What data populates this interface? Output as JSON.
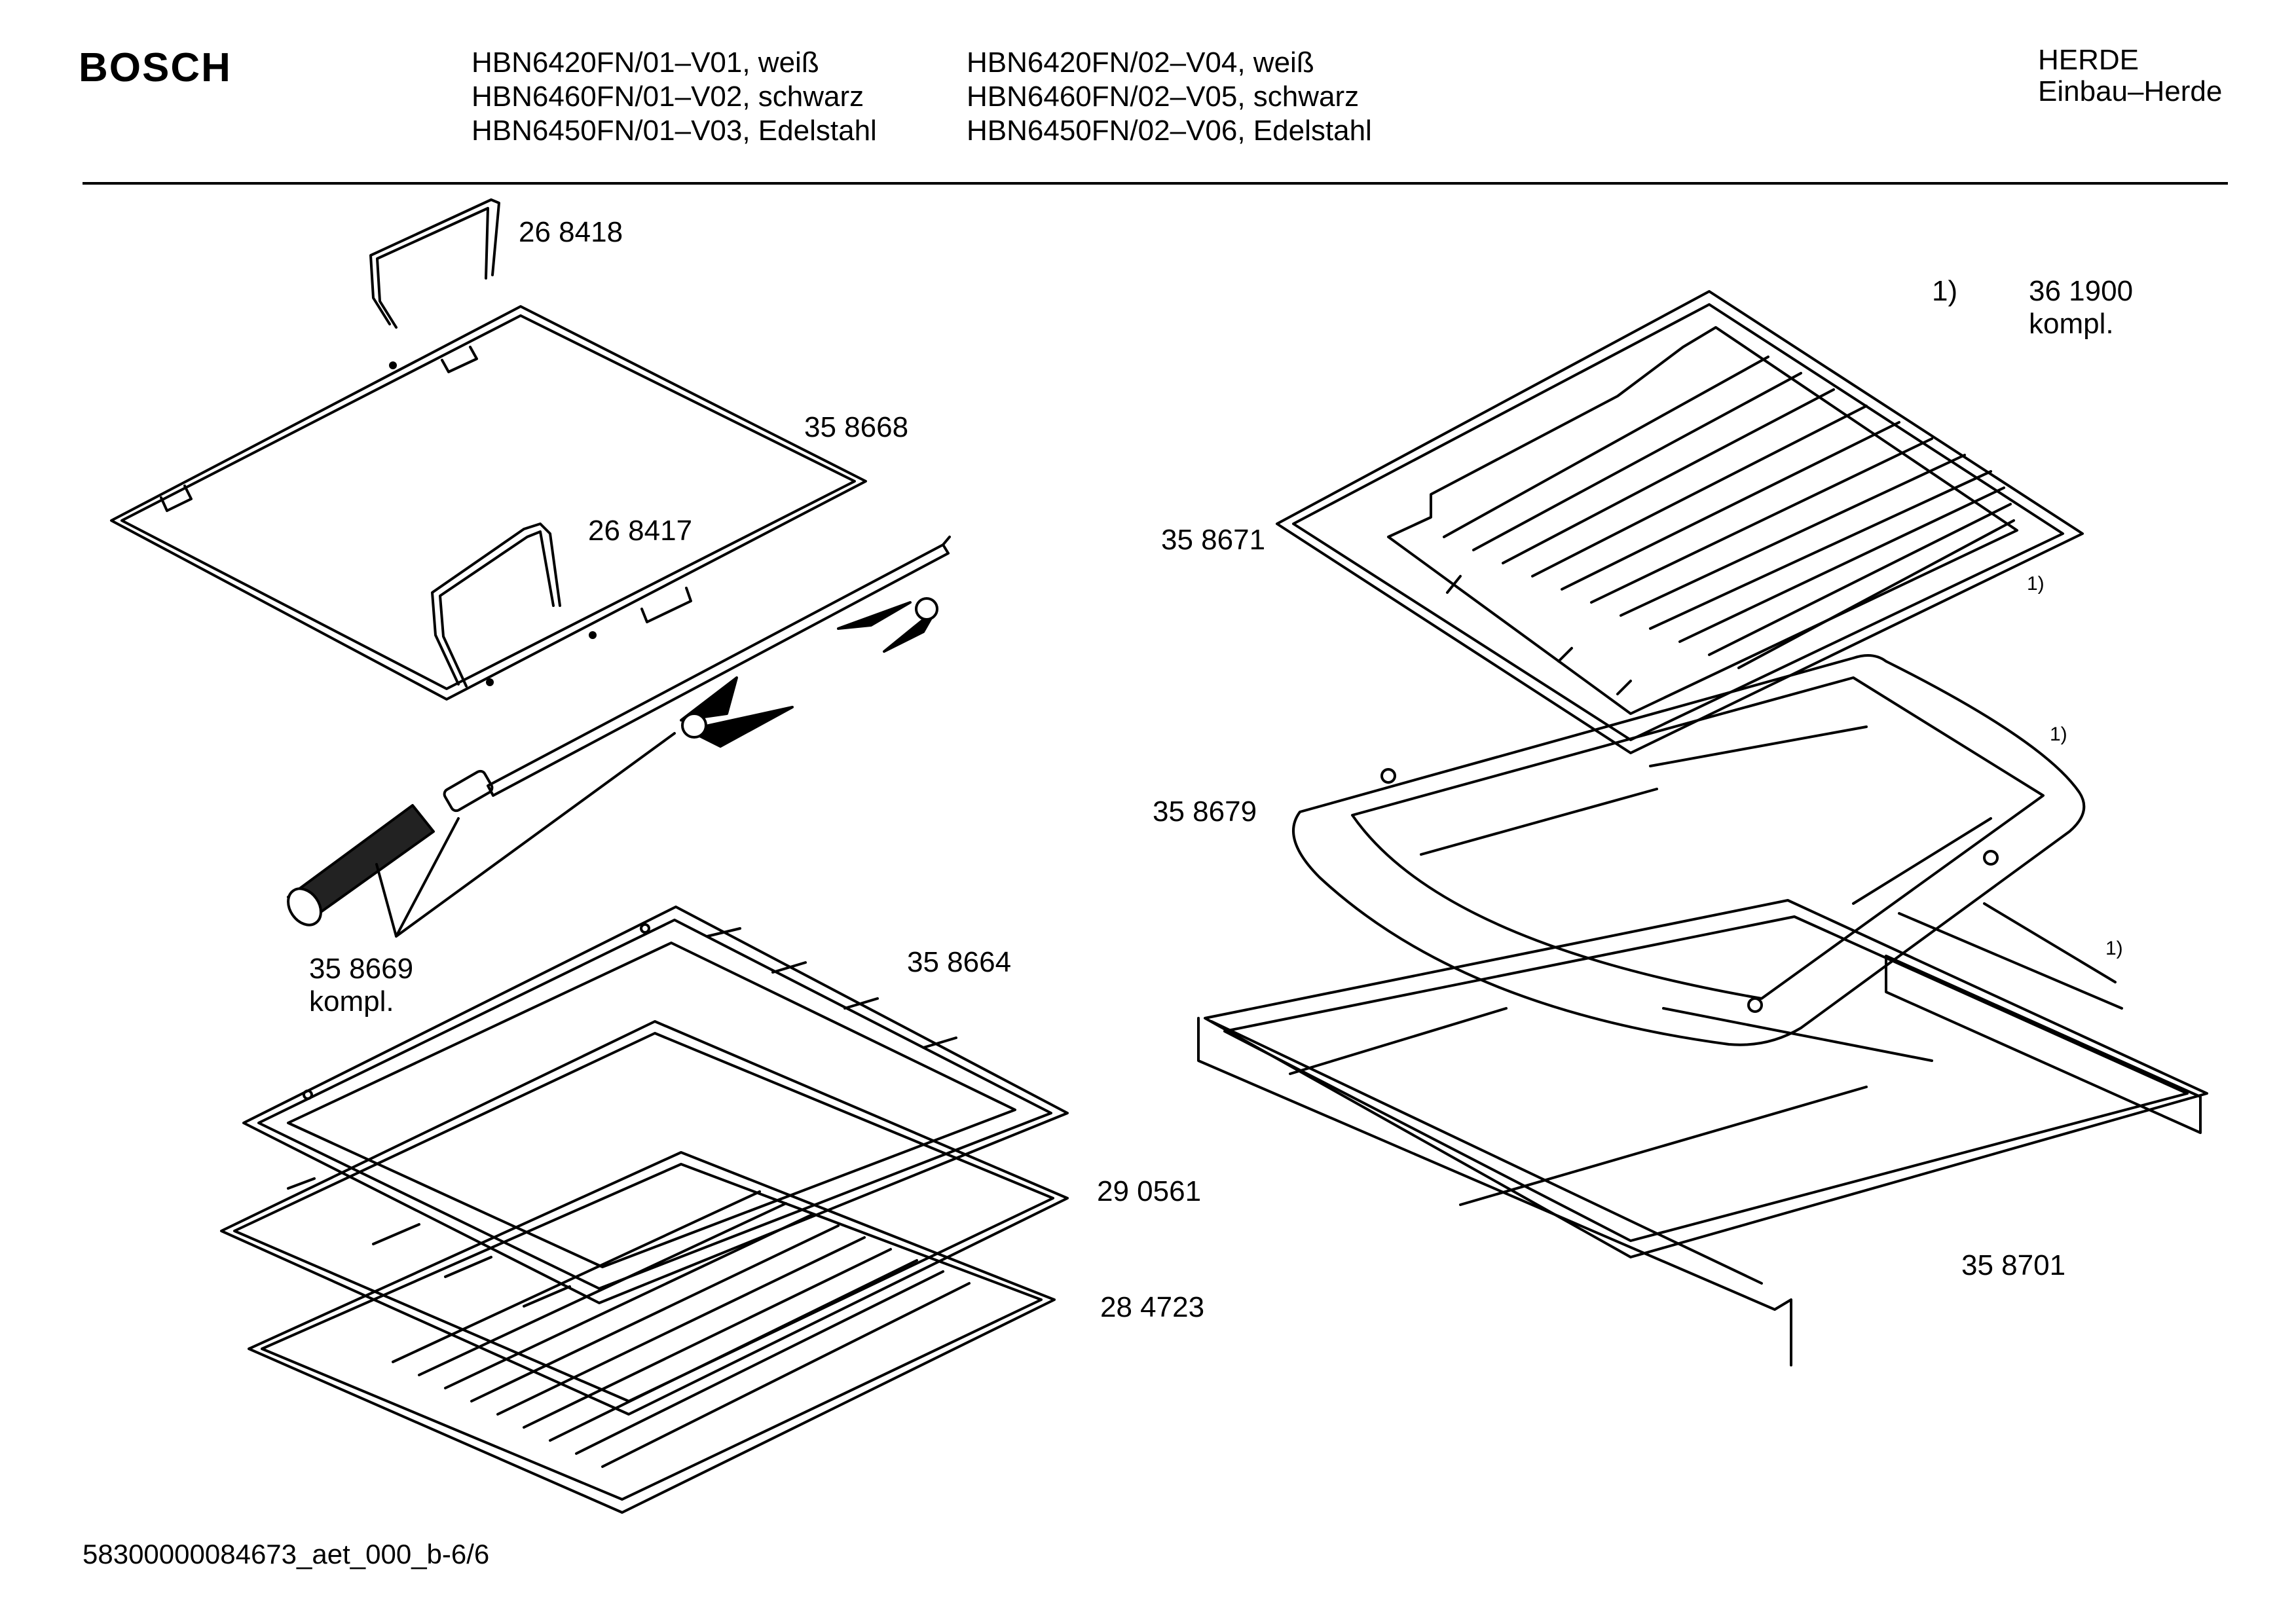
{
  "header": {
    "brand": "BOSCH",
    "models_col1": [
      "HBN6420FN/01–V01, weiß",
      "HBN6460FN/01–V02, schwarz",
      "HBN6450FN/01–V03, Edelstahl"
    ],
    "models_col2": [
      "HBN6420FN/02–V04, weiß",
      "HBN6460FN/02–V05, schwarz",
      "HBN6450FN/02–V06, Edelstahl"
    ],
    "category": "HERDE",
    "subcategory": "Einbau–Herde"
  },
  "parts": {
    "p268418": "26 8418",
    "p358668": "35 8668",
    "p268417": "26 8417",
    "p358669": "35 8669",
    "p358669_suffix": "kompl.",
    "p358664": "35 8664",
    "p290561": "29 0561",
    "p284723": "28 4723",
    "p358671": "35 8671",
    "p358679": "35 8679",
    "p358701": "35 8701",
    "p361900": "36 1900",
    "p361900_suffix": "kompl.",
    "note_marker": "1)"
  },
  "footer": {
    "doc_id": "58300000084673_aet_000_b-6/6"
  }
}
